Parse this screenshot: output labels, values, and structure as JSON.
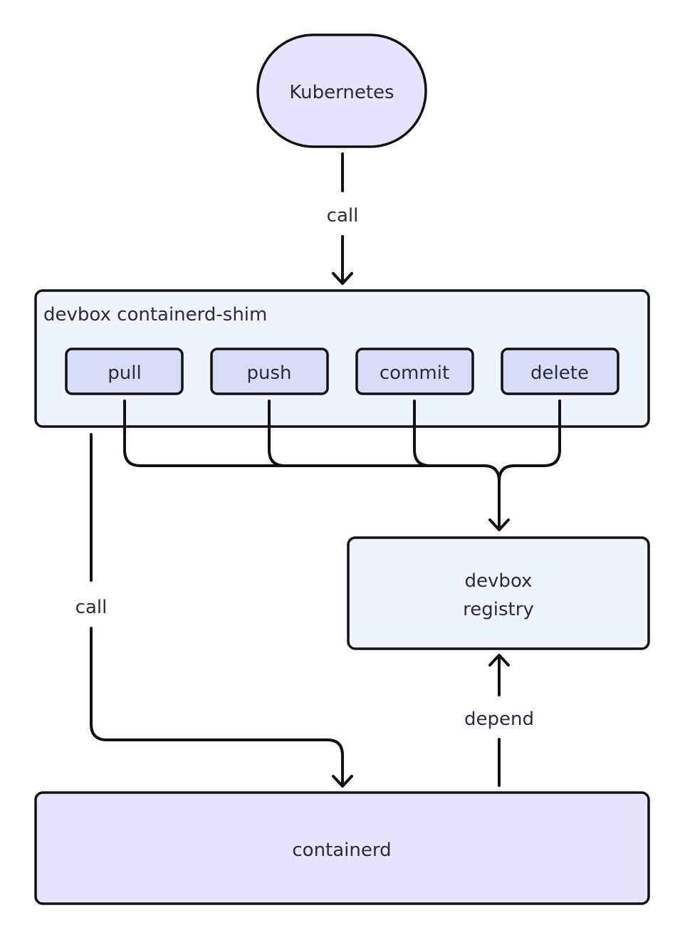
{
  "nodes": {
    "kubernetes": {
      "label": "Kubernetes"
    },
    "shim": {
      "label": "devbox containerd-shim",
      "actions": [
        "pull",
        "push",
        "commit",
        "delete"
      ]
    },
    "registry": {
      "label_line1": "devbox",
      "label_line2": "registry"
    },
    "containerd": {
      "label": "containerd"
    }
  },
  "edges": {
    "k8s_to_shim": "call",
    "shim_to_containerd": "call",
    "containerd_to_registry": "depend"
  },
  "colors": {
    "lavender_fill": "#e8e3fc",
    "light_blue_fill": "#eef3fc",
    "action_fill": "#d9dcf5",
    "stroke": "#111111",
    "text": "#2b2b3a"
  }
}
